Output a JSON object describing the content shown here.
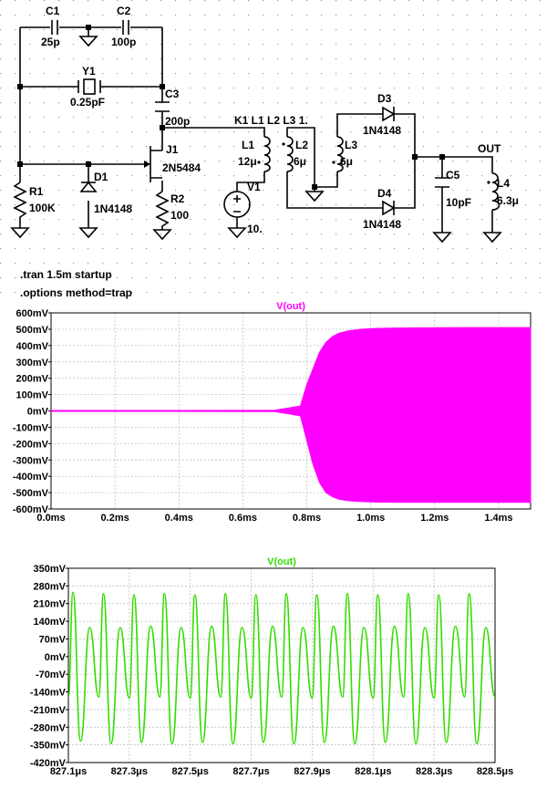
{
  "schematic": {
    "components": {
      "c1": {
        "name": "C1",
        "value": "25p"
      },
      "c2": {
        "name": "C2",
        "value": "100p"
      },
      "y1": {
        "name": "Y1",
        "value": "0.25pF"
      },
      "c3": {
        "name": "C3",
        "value": "200p"
      },
      "j1": {
        "name": "J1",
        "value": "2N5484"
      },
      "d1": {
        "name": "D1",
        "value": "1N4148"
      },
      "r1": {
        "name": "R1",
        "value": "100K"
      },
      "r2": {
        "name": "R2",
        "value": "100"
      },
      "l1": {
        "name": "L1",
        "value": "12μ"
      },
      "l2": {
        "name": "L2",
        "value": "6μ"
      },
      "l3": {
        "name": "L3",
        "value": "6μ"
      },
      "v1": {
        "name": "V1",
        "value": "10."
      },
      "d3": {
        "name": "D3",
        "value": "1N4148"
      },
      "d4": {
        "name": "D4",
        "value": "1N4148"
      },
      "c5": {
        "name": "C5",
        "value": "10pF"
      },
      "l4": {
        "name": "L4",
        "value": "6.3μ"
      }
    },
    "coupling": "K1 L1 L2 L3 1.",
    "net_out": "OUT",
    "directives": [
      ".tran 1.5m startup",
      ".options method=trap"
    ]
  },
  "chart_data": [
    {
      "type": "line",
      "title": "V(out)",
      "color": "#ff00ff",
      "xlabel": "",
      "ylabel": "",
      "xlim": [
        0.0,
        1.5
      ],
      "ylim": [
        -600,
        600
      ],
      "xticks": [
        "0.0ms",
        "0.2ms",
        "0.4ms",
        "0.6ms",
        "0.8ms",
        "1.0ms",
        "1.2ms",
        "1.4ms"
      ],
      "yticks": [
        "600mV",
        "500mV",
        "400mV",
        "300mV",
        "200mV",
        "100mV",
        "0mV",
        "-100mV",
        "-200mV",
        "-300mV",
        "-400mV",
        "-500mV",
        "-600mV"
      ],
      "grid": true,
      "envelope": {
        "x": [
          0.0,
          0.7,
          0.78,
          0.8,
          0.82,
          0.84,
          0.86,
          0.88,
          0.9,
          0.93,
          0.97,
          1.02,
          1.1,
          1.3,
          1.5
        ],
        "upper": [
          1,
          4,
          30,
          160,
          260,
          360,
          420,
          455,
          475,
          490,
          500,
          505,
          508,
          510,
          510
        ],
        "lower": [
          -1,
          -4,
          -30,
          -180,
          -330,
          -440,
          -500,
          -525,
          -540,
          -550,
          -555,
          -558,
          -560,
          -560,
          -560
        ]
      }
    },
    {
      "type": "line",
      "title": "V(out)",
      "color": "#33dd00",
      "xlabel": "",
      "ylabel": "",
      "xlim": [
        827.1,
        828.5
      ],
      "ylim": [
        -420,
        350
      ],
      "xticks": [
        "827.1μs",
        "827.3μs",
        "827.5μs",
        "827.7μs",
        "827.9μs",
        "828.1μs",
        "828.3μs",
        "828.5μs"
      ],
      "yticks": [
        "350mV",
        "280mV",
        "210mV",
        "140mV",
        "70mV",
        "0mV",
        "-70mV",
        "-140mV",
        "-210mV",
        "-280mV",
        "-350mV",
        "-420mV"
      ],
      "grid": true,
      "waveform": {
        "period_us": 0.1,
        "x0_us": 827.1,
        "peaks_high": [
          255,
          250,
          245,
          250,
          245,
          250,
          245,
          250,
          245,
          250,
          245,
          250,
          245,
          250
        ],
        "peaks_mid": [
          115,
          115,
          120,
          115,
          120,
          115,
          120,
          115,
          120,
          115,
          120,
          115,
          120,
          115
        ],
        "troughs_deep": [
          -335,
          -345,
          -340,
          -345,
          -340,
          -345,
          -340,
          -345,
          -340,
          -345,
          -340,
          -345,
          -340,
          -345
        ],
        "troughs_shallow": [
          -160,
          -160,
          -165,
          -160,
          -165,
          -160,
          -165,
          -160,
          -165,
          -160,
          -165,
          -160,
          -165,
          -160
        ]
      }
    }
  ]
}
